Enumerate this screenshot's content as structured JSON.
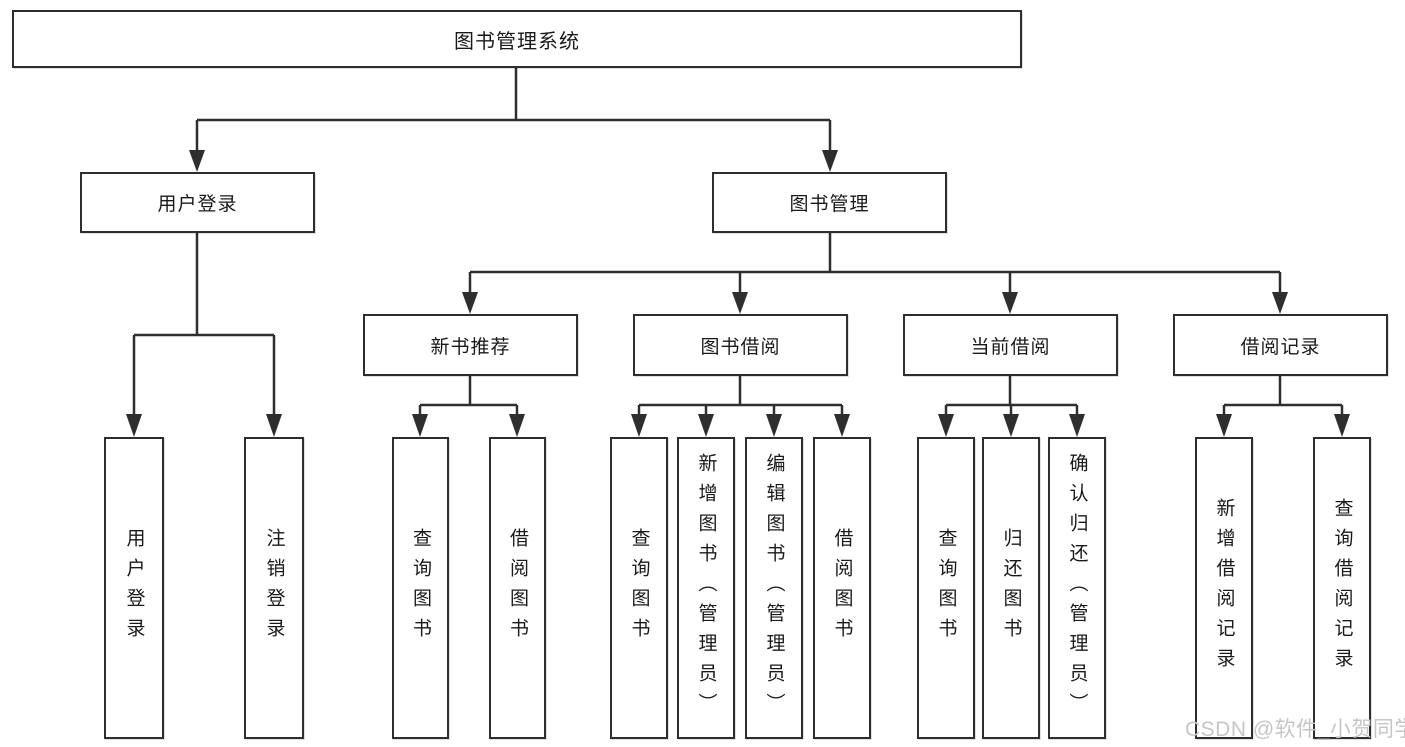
{
  "diagram": {
    "root": {
      "label": "图书管理系统"
    },
    "branches": {
      "user_login": {
        "label": "用户登录",
        "children": [
          "用户登录",
          "注销登录"
        ]
      },
      "book_management": {
        "label": "图书管理",
        "children": {
          "new_book_recommend": {
            "label": "新书推荐",
            "children": [
              "查询图书",
              "借阅图书"
            ]
          },
          "book_borrow": {
            "label": "图书借阅",
            "children": [
              "查询图书",
              "新增图书（管理员）",
              "编辑图书（管理员）",
              "借阅图书"
            ]
          },
          "current_borrow": {
            "label": "当前借阅",
            "children": [
              "查询图书",
              "归还图书",
              "确认归还（管理员）"
            ]
          },
          "borrow_records": {
            "label": "借阅记录",
            "children": [
              "新增借阅记录",
              "查询借阅记录"
            ]
          }
        }
      }
    },
    "watermark": "CSDN @软件_小贺同学"
  },
  "colors": {
    "line": "#2e2e2e",
    "box_border": "#2e2e2e",
    "text": "#1a1a1a",
    "watermark": "#c6c6c6",
    "background": "#ffffff"
  }
}
